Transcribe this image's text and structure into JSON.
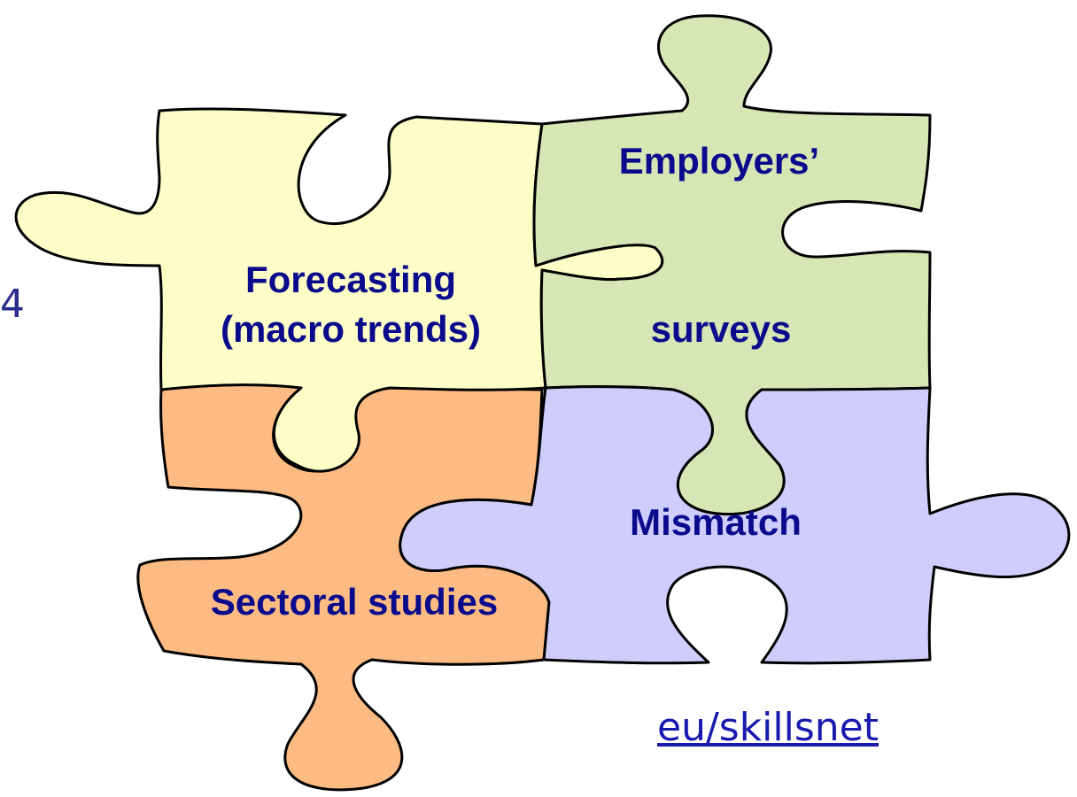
{
  "fragments": {
    "left_number": "4",
    "link_text": "eu/skillsnet"
  },
  "pieces": {
    "forecasting": {
      "line1": "Forecasting",
      "line2": "(macro trends)",
      "color": "#fdfdc8"
    },
    "employers": {
      "line1": "Employers’",
      "line2": "surveys",
      "color": "#d7e6b5"
    },
    "sectoral": {
      "label": "Sectoral studies",
      "color": "#fcbb82"
    },
    "mismatch": {
      "label": "Mismatch",
      "color": "#cfcdfb"
    }
  },
  "colors": {
    "text": "#0a0a8c",
    "outline": "#000000"
  }
}
